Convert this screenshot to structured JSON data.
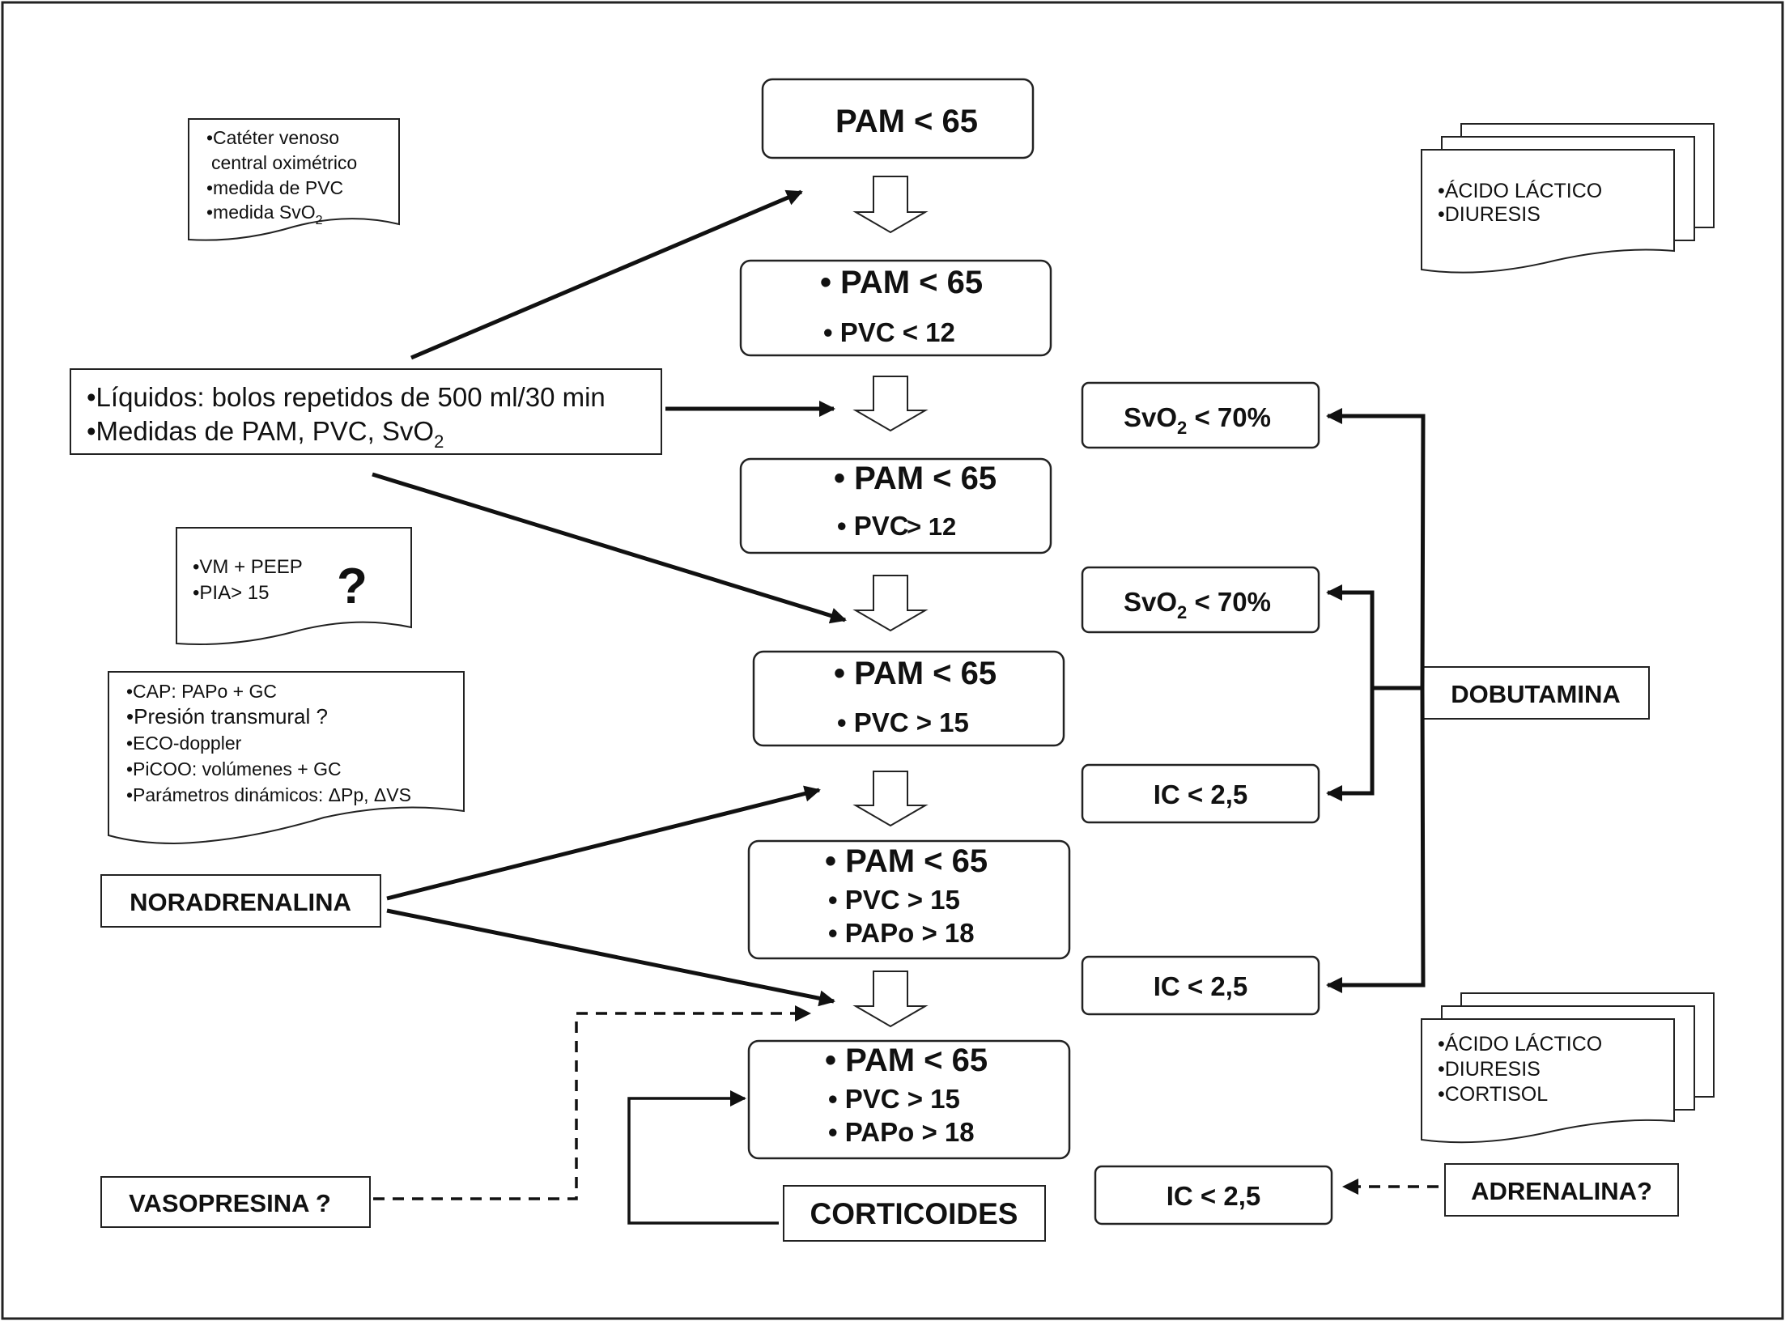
{
  "flow": {
    "step1": {
      "line1": "PAM < 65"
    },
    "step2": {
      "line1": "• PAM < 65",
      "line2": "• PVC < 12"
    },
    "step3": {
      "line1": "• PAM < 65",
      "line2": "• PVC",
      "line2b": "> 12"
    },
    "step4": {
      "line1": "• PAM < 65",
      "line2": "• PVC > 15"
    },
    "step5": {
      "line1": "• PAM < 65",
      "line2": "• PVC > 15",
      "line3": "• PAPo > 18"
    },
    "step6": {
      "line1": "• PAM < 65",
      "line2": "• PVC > 15",
      "line3": "• PAPo > 18"
    }
  },
  "notes": {
    "catheter": {
      "line1": "•Catéter venoso",
      "line2": "central oximétrico",
      "line3": "•medida de PVC",
      "line4": "•medida SvO",
      "line4_sub": "2"
    },
    "fluids": {
      "line1": "•Líquidos: bolos repetidos de  500 ml/30 min",
      "line2": "•Medidas de PAM, PVC, SvO",
      "line2_sub": "2"
    },
    "ventilation": {
      "line1": "•VM + PEEP",
      "line2": "•PIA> 15",
      "question": "?"
    },
    "monitoring": {
      "line1": "•CAP: PAPo + GC",
      "line2": "•Presión transmural ?",
      "line3": "•ECO-doppler",
      "line4": "•PiCOO: volúmenes + GC",
      "line5": "•Parámetros dinámicos: ΔPp, ΔVS"
    },
    "lab1": {
      "line1": "•ÁCIDO LÁCTICO",
      "line2": "•DIURESIS"
    },
    "lab2": {
      "line1": "•ÁCIDO LÁCTICO",
      "line2": "•DIURESIS",
      "line3": "•CORTISOL"
    }
  },
  "drugs": {
    "noradrenalina": "NORADRENALINA",
    "vasopresina": "VASOPRESINA ?",
    "corticoides": "CORTICOIDES",
    "dobutamina": "DOBUTAMINA",
    "adrenalina": "ADRENALINA?"
  },
  "criteria": {
    "svo2_a": {
      "prefix": "SvO",
      "sub": "2",
      "suffix": " < 70%"
    },
    "svo2_b": {
      "prefix": "SvO",
      "sub": "2",
      "suffix": " < 70%"
    },
    "ic_a": "IC < 2,5",
    "ic_b": "IC < 2,5",
    "ic_c": "IC < 2,5"
  }
}
